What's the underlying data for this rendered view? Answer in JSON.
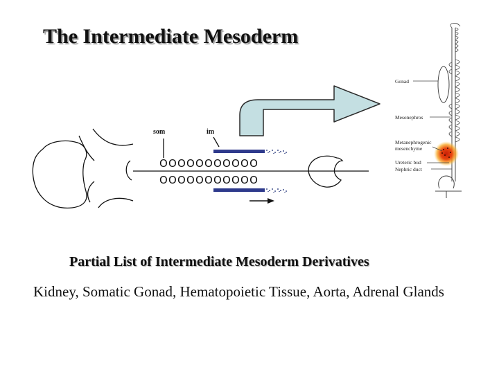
{
  "slide": {
    "title": "The Intermediate Mesoderm",
    "subtitle": "Partial List of Intermediate Mesoderm Derivatives",
    "body": "Kidney, Somatic Gonad, Hematopoietic Tissue, Aorta, Adrenal Glands"
  },
  "embryo_diagram": {
    "label_som": "som",
    "label_im": "im",
    "somite_row_top": "OOOOOOOOOOO",
    "somite_row_bottom": "OOOOOOOOOOO"
  },
  "kidney_diagram": {
    "labels": {
      "gonad": "Gonad",
      "mesonephros": "Mesonephros",
      "metanephrogenic_1": "Metanephrogenic",
      "metanephrogenic_2": "mesenchyme",
      "ureteric_bud": "Ureteric bud",
      "nephric_duct": "Nephric duct"
    }
  },
  "colors": {
    "im_bar": "#2e3a8c",
    "arrow_fill": "#c4dfe2",
    "arrow_stroke": "#2b2b2b",
    "highlight_center": "#d4280c",
    "highlight_edge": "#f7a21c"
  }
}
